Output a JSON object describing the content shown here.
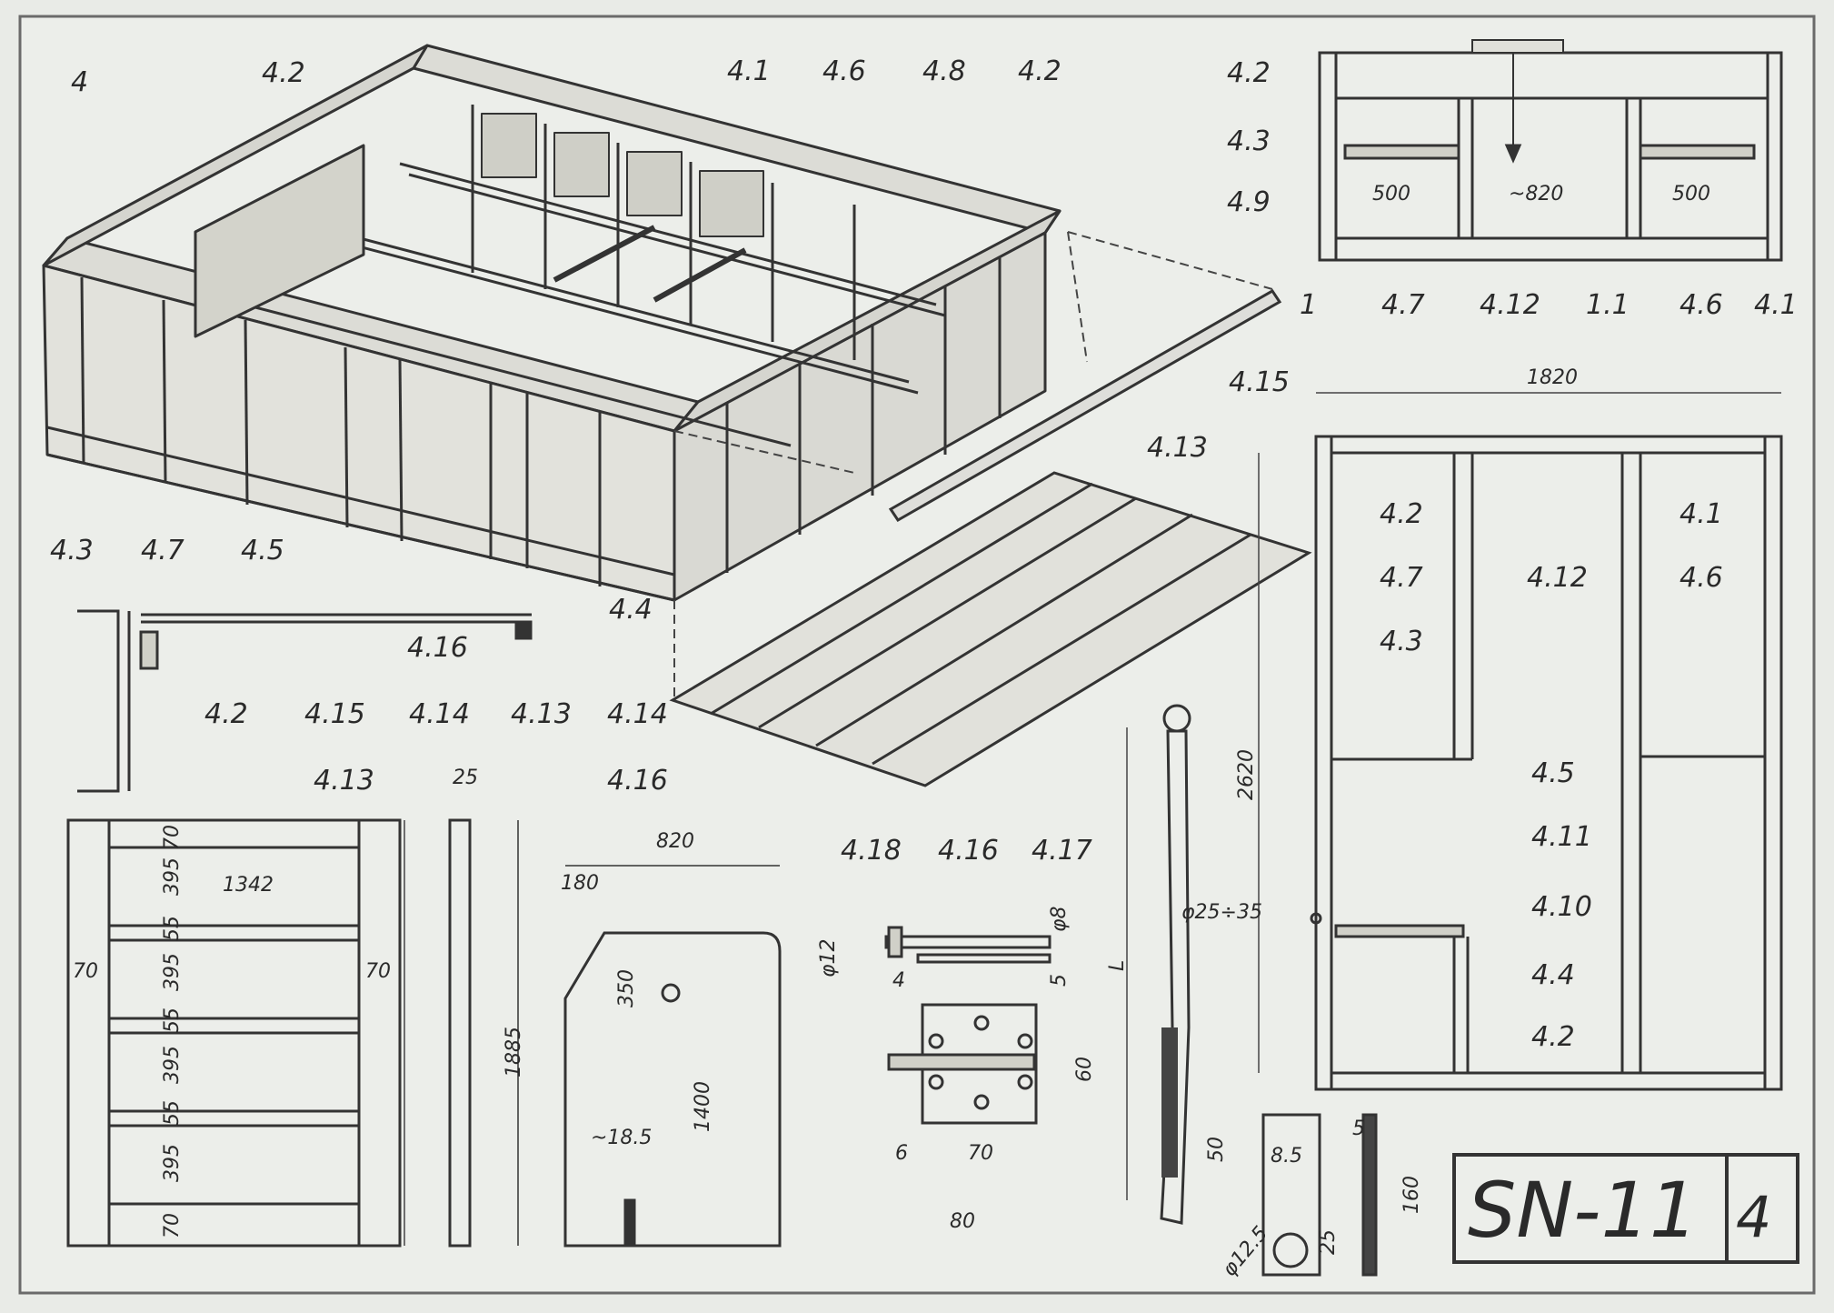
{
  "drawing": {
    "code": "SN-11",
    "sheet": "4"
  },
  "iso_labels": [
    "4",
    "4.2",
    "4.1",
    "4.6",
    "4.8",
    "4.2",
    "4.3",
    "4.7",
    "4.5",
    "4.4",
    "4.15",
    "4.13",
    "4.14",
    "4.16"
  ],
  "detail_labels": [
    "4.2",
    "4.15",
    "4.14",
    "4.13",
    "4.16"
  ],
  "top_view": {
    "labels": [
      "4.2",
      "4.3",
      "4.9",
      "1",
      "4.7",
      "4.12",
      "1.1",
      "4.6",
      "4.1"
    ],
    "dims": [
      "500",
      "~820",
      "500"
    ]
  },
  "plan_view": {
    "labels": [
      "4.2",
      "4.7",
      "4.3",
      "4.12",
      "4.1",
      "4.6",
      "4.5",
      "4.11",
      "4.10",
      "4.4",
      "4.2"
    ],
    "dims": [
      "1820",
      "2620"
    ]
  },
  "panel": {
    "label": "4.13",
    "dims": [
      "1342",
      "70",
      "70",
      "70",
      "395",
      "55",
      "395",
      "55",
      "395",
      "55",
      "395",
      "70",
      "1885",
      "25"
    ]
  },
  "plate": {
    "dims": [
      "820",
      "180",
      "350",
      "1400",
      "~18.5"
    ]
  },
  "hardware": {
    "labels": [
      "4.18",
      "4.16",
      "4.17"
    ],
    "dims": [
      "φ12",
      "4",
      "φ8",
      "5",
      "60",
      "6",
      "70",
      "80",
      "L",
      "φ25÷35",
      "50"
    ]
  },
  "small_parts": {
    "dims": [
      "8.5",
      "25",
      "φ12.5",
      "5",
      "160"
    ]
  }
}
